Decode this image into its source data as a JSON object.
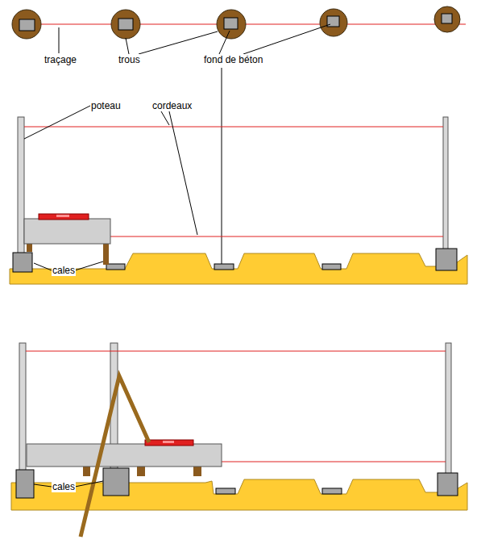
{
  "diagram": {
    "labels": [
      "traçage",
      "trous",
      "fond de béton",
      "poteau",
      "cordeaux",
      "cales",
      "cales"
    ]
  }
}
